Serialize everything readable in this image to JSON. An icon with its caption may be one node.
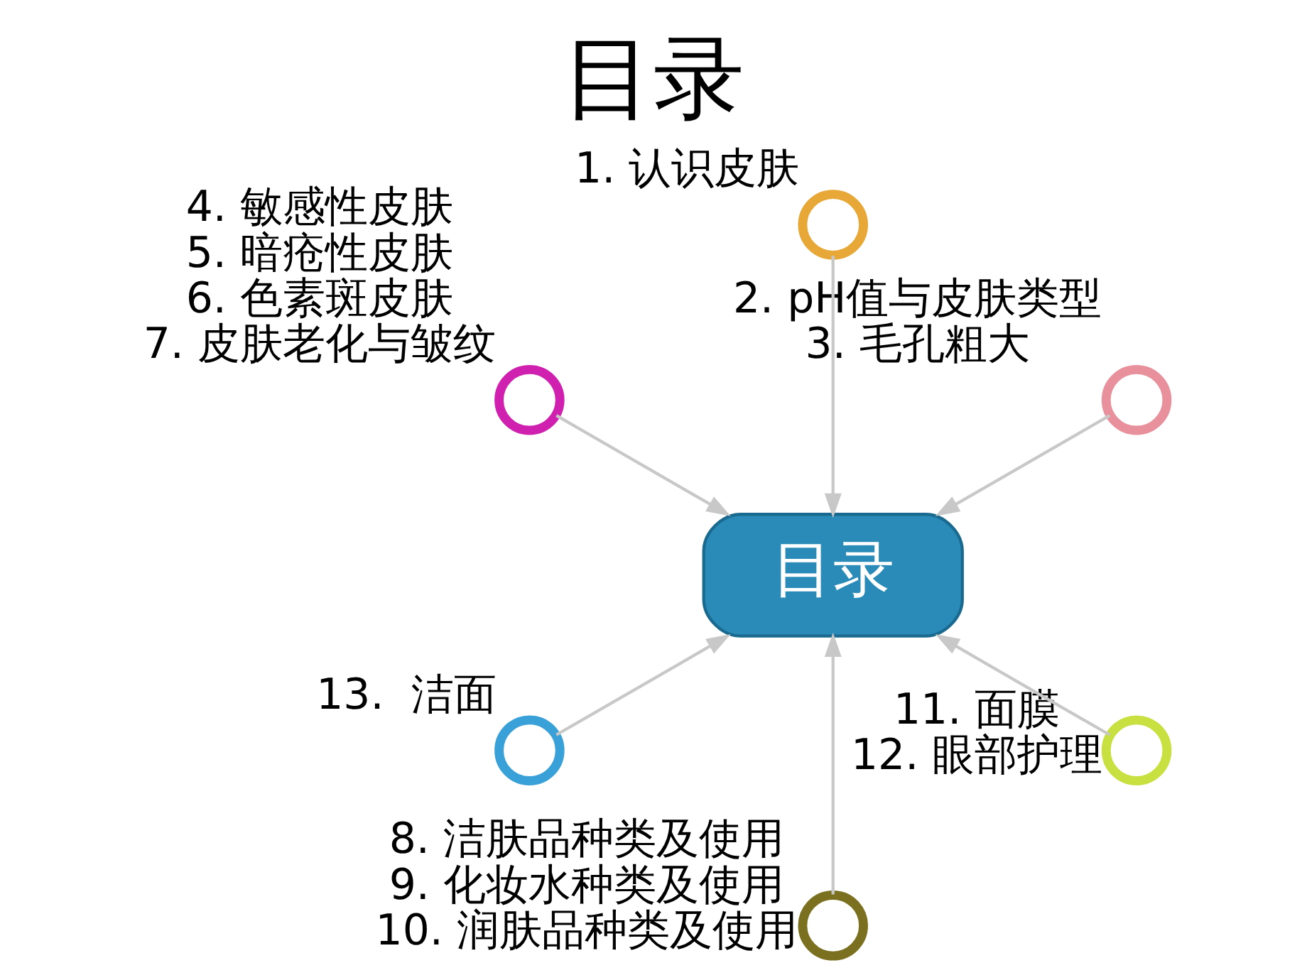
{
  "diagram": {
    "title": "目录",
    "nodes": [
      {
        "text": [],
        "shape": "circle",
        "beside": [
          "2. pH值与皮肤类型",
          "3. 毛孔粗大"
        ]
      },
      {
        "text": [],
        "shape": "circle",
        "beside": [
          "1. 认识皮肤"
        ]
      },
      {
        "text": [],
        "shape": "circle",
        "beside": [
          "4. 敏感性皮肤",
          "5. 暗疮性皮肤",
          "6. 色素斑皮肤",
          "7. 皮肤老化与皱纹"
        ]
      },
      {
        "text": [
          "目录"
        ]
      },
      {
        "text": [],
        "shape": "circle",
        "beside": [
          "13.  洁面"
        ]
      },
      {
        "text": [],
        "shape": "circle",
        "beside": [
          "8. 洁肤品种类及使用",
          "9. 化妆水种类及使用",
          "10. 润肤品种类及使用"
        ]
      },
      {
        "text": [],
        "shape": "circle",
        "beside": [
          "11. 面膜",
          "12. 眼部护理"
        ]
      }
    ],
    "edges": [
      {
        "from": 0,
        "to": 3,
        "arrow": "to"
      },
      {
        "from": 1,
        "to": 3,
        "arrow": "to"
      },
      {
        "from": 2,
        "to": 3,
        "arrow": "to"
      },
      {
        "from": 4,
        "to": 3,
        "arrow": "to"
      },
      {
        "from": 5,
        "to": 3,
        "arrow": "to"
      },
      {
        "from": 6,
        "to": 3,
        "arrow": "to"
      }
    ]
  }
}
